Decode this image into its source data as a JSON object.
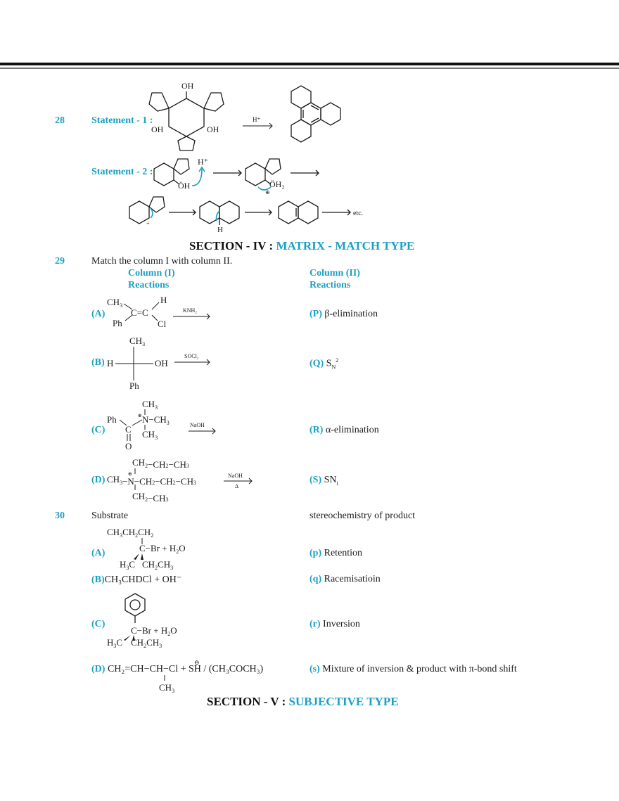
{
  "q28": {
    "number": "28",
    "statement1_label": "Statement - 1 :",
    "statement1_reagent": "H⁺",
    "statement1_oh": "OH",
    "statement2_label": "Statement - 2 :",
    "statement2_oh": "ÖH",
    "statement2_h": "H⁺",
    "statement2_oh2": "ÖH₂",
    "statement2_h_bottom": "H",
    "etc": "etc."
  },
  "section4": {
    "prefix": "SECTION - IV : ",
    "title": "MATRIX - MATCH TYPE"
  },
  "q29": {
    "number": "29",
    "prompt": "Match the column I with column II.",
    "col1_header": "Column (I)",
    "col1_sub": "Reactions",
    "col2_header": "Column (II)",
    "col2_sub": "Reactions",
    "left": [
      {
        "label": "(A)",
        "reagent": "KNH₂"
      },
      {
        "label": "(B)",
        "reagent": "SOCl₂"
      },
      {
        "label": "(C)",
        "reagent": "NaOH"
      },
      {
        "label": "(D)",
        "reagent": "NaOH",
        "condition": "Δ"
      }
    ],
    "right": [
      {
        "label": "(P)",
        "text": "β-elimination"
      },
      {
        "label": "(Q)",
        "text": "S",
        "sub": "N",
        "sup": "2"
      },
      {
        "label": "(R)",
        "text": "α-elimination"
      },
      {
        "label": "(S)",
        "text": "SN",
        "sub": "i"
      }
    ]
  },
  "q30": {
    "number": "30",
    "col1_header": "Substrate",
    "col2_header": "stereochemistry of product",
    "left": [
      {
        "label": "(A)"
      },
      {
        "label": "(B)",
        "formula": "CH₃CHDCl + OH⁻"
      },
      {
        "label": "(C)"
      },
      {
        "label": "(D)",
        "formula": "CH₂=CH−CH−Cl + SH / (CH₃COCH₃)"
      }
    ],
    "right": [
      {
        "label": "(p)",
        "text": "Retention"
      },
      {
        "label": "(q)",
        "text": "Racemisatioin"
      },
      {
        "label": "(r)",
        "text": "Inversion"
      },
      {
        "label": "(s)",
        "text": "Mixture of inversion & product with π-bond shift"
      }
    ]
  },
  "section5": {
    "prefix": "SECTION - V : ",
    "title": "SUBJECTIVE TYPE"
  }
}
